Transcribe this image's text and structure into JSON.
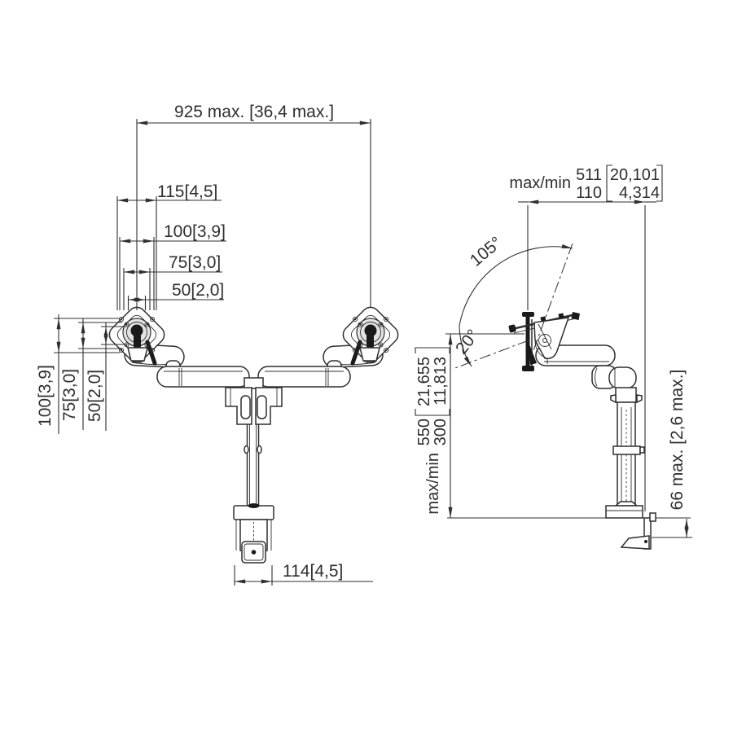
{
  "front_view": {
    "width_max": "925 max. [36,4 max.]",
    "hole_width_115": "115[4,5]",
    "hole_width_100": "100[3,9]",
    "hole_width_75": "75[3,0]",
    "hole_width_50": "50[2,0]",
    "hole_height_100": "100[3,9]",
    "hole_height_75": "75[3,0]",
    "hole_height_50": "50[2,0]",
    "clamp_width": "114[4,5]"
  },
  "side_view": {
    "tilt_up": "105°",
    "tilt_down": "20°",
    "depth": {
      "prefix": "max/min",
      "max_mm": "511",
      "min_mm": "110",
      "max_in": "20,101",
      "min_in": "4,314"
    },
    "height": {
      "prefix": "max/min",
      "max_mm": "550",
      "min_mm": "300",
      "max_in": "21,655",
      "min_in": "11,813"
    },
    "clamp_range": "66 max. [2,6 max.]"
  }
}
